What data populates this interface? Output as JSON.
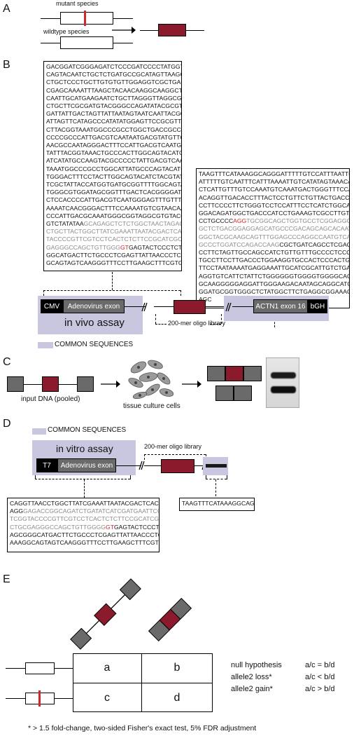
{
  "panels": {
    "a": "A",
    "b": "B",
    "c": "C",
    "d": "D",
    "e": "E"
  },
  "panel_a": {
    "mutant_label": "mutant species",
    "wildtype_label": "wildtype species"
  },
  "panel_b": {
    "seq_left": [
      [
        {
          "t": "GACGGATCGGGAGATCTCCCGATCCCCTATGGTGCACTCT"
        }
      ],
      [
        {
          "t": "CAGTACAATCTGCTCTGATGCCGCATAGTTAAGCCAGTAT"
        }
      ],
      [
        {
          "t": "CTGCTCCCTGCTTGTGTGTTGGAGGTCGCTGAGTAGTGCG"
        }
      ],
      [
        {
          "t": "CGAGCAAAATTTAAGCTACAACAAGGCAAGGCTTGACCGA"
        }
      ],
      [
        {
          "t": "CAATTGCATGAAGAATCTGCTTAGGGTTAGGCGTTTTGCG"
        }
      ],
      [
        {
          "t": "CTGCTTCGCGATGTACGGGCCAGATATACGCGTTGACATT"
        }
      ],
      [
        {
          "t": "GATTATTGACTAGTTATTAATAGTAATCAATTACGGGGTC"
        }
      ],
      [
        {
          "t": "ATTAGTTCATAGCCCATATATGGAGTTCCGCGTTACATAA"
        }
      ],
      [
        {
          "t": "CTTACGGTAAATGGCCCGCCTGGCTGACCGCCCAACGACC"
        }
      ],
      [
        {
          "t": "CCCCGCCCATTGACGTCAATAATGACGTATGTTCCCATAGT"
        }
      ],
      [
        {
          "t": "AACGCCAATAGGGACTTTCCATTGACGTCAATGGGTGGAG"
        }
      ],
      [
        {
          "t": "TATTTACGGTAAACTGCCCACTTGGCAGTACATCAAGTGT"
        }
      ],
      [
        {
          "t": "ATCATATGCCAAGTACGCCCCCTATTGACGTCAATGACGG"
        }
      ],
      [
        {
          "t": "TAAATGGCCCGCCTGGCATTATGCCCAGTACATGACCTTA"
        }
      ],
      [
        {
          "t": "TGGGACTTTCCTACTTGGCAGTACATCTACGTATTAGTCA"
        }
      ],
      [
        {
          "t": "TCGCTATTACCATGGTGATGCGGTTTTGGCAGTACATCAA"
        }
      ],
      [
        {
          "t": "TGGGCGTGGATAGCGGTTTGACTCACGGGGATTTCCAAGT"
        }
      ],
      [
        {
          "t": "CTCCACCCCATTGACGTCAATGGGAGTTTGTTTTGGCACC"
        }
      ],
      [
        {
          "t": "AAAATCAACGGGACTTTCCAAAATGTCGTAACAACTCCGC"
        }
      ],
      [
        {
          "t": "CCCATTGACGCAAATGGGCGGTAGGCGTGTACGGTGGGAG"
        }
      ],
      [
        {
          "t": "GTCTATATAA"
        },
        {
          "t": "GCAGAGCTCTCTGGCTAACTAGAGAACCCA",
          "c": "gray"
        }
      ],
      [
        {
          "t": "CTGCTTACTGGCTTATCGAAATTAATACGACTCACTATAG",
          "c": "gray"
        }
      ],
      [
        {
          "t": "TACCCCGTTCGTCCTCACTCTCTTCCGCATCGCTGTCTGC",
          "c": "gray"
        }
      ],
      [
        {
          "t": "GAGGGCCAGCTGTTGGG",
          "c": "gray"
        },
        {
          "t": "GT",
          "c": "red"
        },
        {
          "t": "GAGTACTCCCTCTCAAAGCG"
        }
      ],
      [
        {
          "t": "GGCATGACTTCTGCCCTCGAGTTATTAACCCTCACTAAAG"
        }
      ],
      [
        {
          "t": "GCAGTAGTCAAGGGTTTCCTTGAAGCTTTCGTGCT"
        }
      ]
    ],
    "seq_right": [
      [
        {
          "t": "TAAGTTTCATAAAGGCAGGGATTTTTGTCCATTTAATTG"
        }
      ],
      [
        {
          "t": "ATTTTTGTCAATTTCATTTAAAATTGTCATATAGTAAACA"
        }
      ],
      [
        {
          "t": "CTCATTGTTTGTCCAAATGTCAAATGACTGGGTTTCCAGA"
        }
      ],
      [
        {
          "t": "ACAGGTTGACACCTTTACTCCTGTTCTGTTACTGACCGGC"
        }
      ],
      [
        {
          "t": "CCTTCCCCTTCTGGGTCCTCCATTTCCTCATCTGGCACAT"
        }
      ],
      [
        {
          "t": "GGACAGATGGCTGACCCATCCTGAAAGTCGCCTTGTTGTT"
        }
      ],
      [
        {
          "t": "CCTGCCCC"
        },
        {
          "t": "AGG",
          "c": "red"
        },
        {
          "t": "TGCGGCAGCTGGTGCCTCGGAGGGACCAA",
          "c": "gray"
        }
      ],
      [
        {
          "t": "GCTCTGACGGAGGAGCATGCCCGACAGCAGCACAATGAGA",
          "c": "gray"
        }
      ],
      [
        {
          "t": "GGCTACGCAAGCAGTTTGGAGCCCAGGCCAATGTCATCGG",
          "c": "gray"
        }
      ],
      [
        {
          "t": "GCCCTGGATCCAGACCAAG",
          "c": "gray"
        },
        {
          "t": "CGCTGATCAGCCTCGACTGTG"
        }
      ],
      [
        {
          "t": "CCTTCTAGTTGCCAGCCATCTGTTGTTTGCCCCTCCCCCG"
        }
      ],
      [
        {
          "t": "TGCCTTCCTTGACCCTGGAAGGTGCCACTCCCACTGTCCT"
        }
      ],
      [
        {
          "t": "TTCCTAATAAAATGAGGAAATTGCATCGCATTGTCTGAGT"
        }
      ],
      [
        {
          "t": "AGGTGTCATTCTATTCTGGGGGGTGGGGTGGGGCAGGACA"
        }
      ],
      [
        {
          "t": "GCAAGGGGGAGGATTGGGAAGACAATAGCAGGCATGCTGG"
        }
      ],
      [
        {
          "t": "GGATGCGGTGGGCTCTATGGCTTCTGAGGCGGAAAGAACC"
        }
      ],
      [
        {
          "t": "AGC"
        }
      ]
    ],
    "cmv": "CMV",
    "adenovirus_exon": "Adenovirus exon",
    "in_vivo_assay": "in vivo assay",
    "oligo_library": "200-mer oligo library",
    "actn1_exon": "ACTN1 exon 16",
    "bgh": "bGH",
    "common_sequences": "COMMON SEQUENCES"
  },
  "panel_c": {
    "input_dna": "input DNA (pooled)",
    "tissue_culture": "tissue culture cells"
  },
  "panel_d": {
    "common_sequences": "COMMON SEQUENCES",
    "in_vitro_assay": "in vitro assay",
    "t7": "T7",
    "adenovirus_exon": "Adenovirus exon",
    "oligo_library": "200-mer oligo library",
    "seq_left": [
      [
        {
          "t": "CAGGTTAACCTGGCTTATCGAAATTAATACGACTCACTAT"
        }
      ],
      [
        {
          "t": "AGG"
        },
        {
          "t": "GAGACCGGCAGATCTGATATCATCGATGAATTCGAGC",
          "c": "gray"
        }
      ],
      [
        {
          "t": "TCGGTACCCCGTTCGTCCTCACTCTCTTCCGCATCGCTGT",
          "c": "gray"
        }
      ],
      [
        {
          "t": "CTGCGAGGGCCAGCTGTTGGGG",
          "c": "gray"
        },
        {
          "t": "GT",
          "c": "red"
        },
        {
          "t": "GAGTACTCCCTCTCAAA"
        }
      ],
      [
        {
          "t": "AGCGGGCATGACTTCTGCCCTCGAGTTATTAACCCTCACT"
        }
      ],
      [
        {
          "t": "AAAGGCAGTAGTCAAGGGTTTCCTTGAAGCTTTCGTGCT"
        }
      ]
    ],
    "seq_right": "TAAGTTTCATAAAGGCAGG"
  },
  "panel_e": {
    "cells": {
      "a": "a",
      "b": "b",
      "c": "c",
      "d": "d"
    },
    "hypotheses": [
      {
        "name": "null hypothesis",
        "rel": "a/c = b/d"
      },
      {
        "name": "allele2 loss*",
        "rel": "a/c < b/d"
      },
      {
        "name": "allele2 gain*",
        "rel": "a/c > b/d"
      }
    ],
    "footnote": "* > 1.5 fold-change, two-sided Fisher's exact test, 5% FDR adjustment"
  },
  "colors": {
    "maroon": "#8b1a2c",
    "lavender": "#c9c6e0",
    "gray_box": "#6a6a6a",
    "red_mark": "#d1262b"
  }
}
